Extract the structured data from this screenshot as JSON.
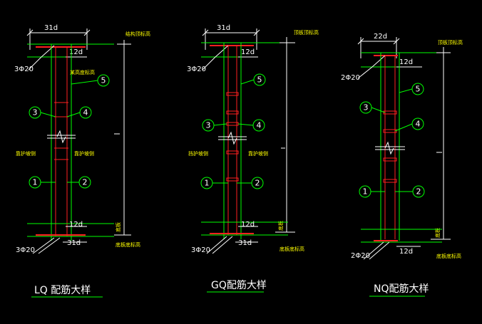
{
  "details": [
    {
      "id": "LQ",
      "title": "LQ  配筋大样",
      "top_dim_outer": "31d",
      "top_dim_inner": "12d",
      "bottom_dim_inner": "12d",
      "bottom_dim_outer": "31d",
      "top_bar": "3Φ20",
      "bottom_bar": "3Φ20",
      "side_left_text": "靠护坡侧",
      "side_right_text": "靠护坡侧",
      "top_anno": "结构顶标高",
      "mid_text": "某高度标高",
      "bottom_anno": "底板底标高",
      "right_short": "底板",
      "callouts": [
        "5",
        "3",
        "4",
        "1",
        "2"
      ]
    },
    {
      "id": "GQ",
      "title": "GQ配筋大样",
      "top_dim_outer": "31d",
      "top_dim_inner": "12d",
      "bottom_dim_inner": "12d",
      "bottom_dim_outer": "31d",
      "top_bar": "3Φ20",
      "bottom_bar": "3Φ20",
      "side_left_text": "挡护坡侧",
      "side_right_text": "靠护坡侧",
      "top_anno": "顶板顶标高",
      "bottom_anno": "底板底标高",
      "right_short": "底板",
      "callouts": [
        "5",
        "3",
        "4",
        "1",
        "2"
      ]
    },
    {
      "id": "NQ",
      "title": "NQ配筋大样",
      "top_dim_outer": "22d",
      "top_dim_inner": "12d",
      "bottom_dim_inner": "12d",
      "top_bar": "2Φ20",
      "bottom_bar": "2Φ20",
      "top_anno": "顶板顶标高",
      "bottom_anno": "底板底标高",
      "right_short": "底板",
      "callouts": [
        "5",
        "3",
        "4",
        "1",
        "2"
      ]
    }
  ]
}
